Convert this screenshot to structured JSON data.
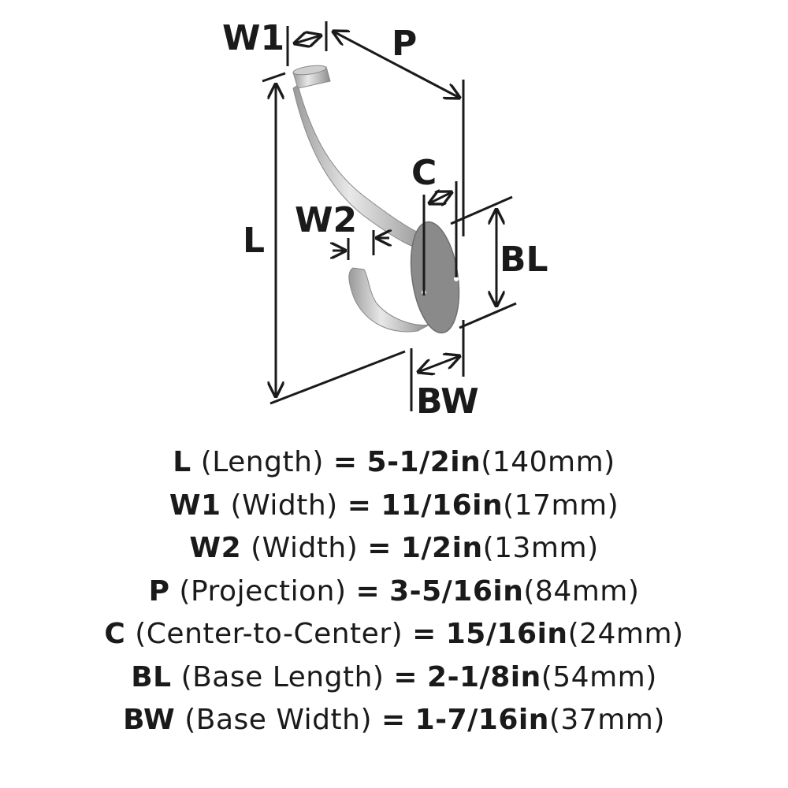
{
  "diagram": {
    "labels": {
      "W1": "W1",
      "P": "P",
      "L": "L",
      "W2": "W2",
      "C": "C",
      "BL": "BL",
      "BW": "BW"
    }
  },
  "specs": [
    {
      "code": "L",
      "name": "(Length)",
      "eq": "=",
      "imperial": "5-1/2in",
      "metric": "(140mm)"
    },
    {
      "code": "W1",
      "name": "(Width)",
      "eq": "=",
      "imperial": "11/16in",
      "metric": "(17mm)"
    },
    {
      "code": "W2",
      "name": "(Width)",
      "eq": "=",
      "imperial": "1/2in",
      "metric": "(13mm)"
    },
    {
      "code": "P",
      "name": "(Projection)",
      "eq": "=",
      "imperial": "3-5/16in",
      "metric": "(84mm)"
    },
    {
      "code": "C",
      "name": "(Center-to-Center)",
      "eq": "=",
      "imperial": "15/16in",
      "metric": "(24mm)"
    },
    {
      "code": "BL",
      "name": "(Base Length)",
      "eq": "=",
      "imperial": "2-1/8in",
      "metric": "(54mm)"
    },
    {
      "code": "BW",
      "name": "(Base Width)",
      "eq": "=",
      "imperial": "1-7/16in",
      "metric": "(37mm)"
    }
  ]
}
